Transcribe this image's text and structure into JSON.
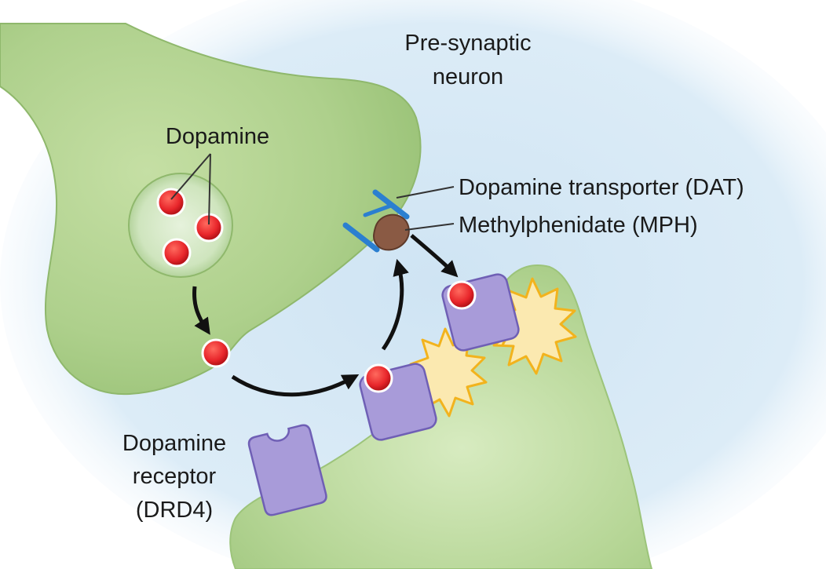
{
  "labels": {
    "presynaptic_line1": "Pre-synaptic",
    "presynaptic_line2": "neuron",
    "dopamine": "Dopamine",
    "dat": "Dopamine transporter (DAT)",
    "mph": "Methylphenidate (MPH)",
    "receptor_line1": "Dopamine",
    "receptor_line2": "receptor",
    "receptor_line3": "(DRD4)"
  },
  "colors": {
    "neuron_fill": "#a9cc86",
    "synaptic_fluid": "#d3e7f4",
    "dopamine": "#e8262b",
    "receptor": "#a89bd9",
    "transporter": "#2b7fd0",
    "methylphenidate": "#8a5a44",
    "activation_burst": "#f2b31d",
    "arrow": "#111111"
  }
}
